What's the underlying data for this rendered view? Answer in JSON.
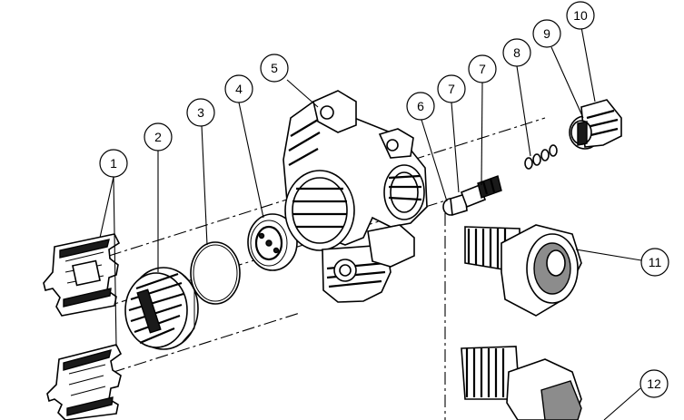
{
  "diagram": {
    "callouts": [
      {
        "id": "c1",
        "label": "1"
      },
      {
        "id": "c2",
        "label": "2"
      },
      {
        "id": "c3",
        "label": "3"
      },
      {
        "id": "c4",
        "label": "4"
      },
      {
        "id": "c5",
        "label": "5"
      },
      {
        "id": "c6",
        "label": "6"
      },
      {
        "id": "c7a",
        "label": "7"
      },
      {
        "id": "c7b",
        "label": "7"
      },
      {
        "id": "c8",
        "label": "8"
      },
      {
        "id": "c9",
        "label": "9"
      },
      {
        "id": "c10",
        "label": "10"
      },
      {
        "id": "c11",
        "label": "11"
      },
      {
        "id": "c12",
        "label": "12"
      }
    ],
    "parts": [
      {
        "id": "p1a",
        "part": "1",
        "kind": "retaining-clip"
      },
      {
        "id": "p1b",
        "part": "1",
        "kind": "retaining-clip"
      },
      {
        "id": "p2",
        "part": "2",
        "kind": "cap"
      },
      {
        "id": "p3",
        "part": "3",
        "kind": "o-ring"
      },
      {
        "id": "p4",
        "part": "4",
        "kind": "disc"
      },
      {
        "id": "p5",
        "part": "5",
        "kind": "valve-body"
      },
      {
        "id": "p6",
        "part": "6",
        "kind": "nozzle"
      },
      {
        "id": "p7",
        "part": "7",
        "kind": "throat"
      },
      {
        "id": "p8",
        "part": "8",
        "kind": "o-rings"
      },
      {
        "id": "p9",
        "part": "9",
        "kind": "o-ring"
      },
      {
        "id": "p10",
        "part": "10",
        "kind": "plug"
      },
      {
        "id": "p11",
        "part": "11",
        "kind": "connector"
      },
      {
        "id": "p12",
        "part": "12",
        "kind": "connector"
      }
    ]
  }
}
